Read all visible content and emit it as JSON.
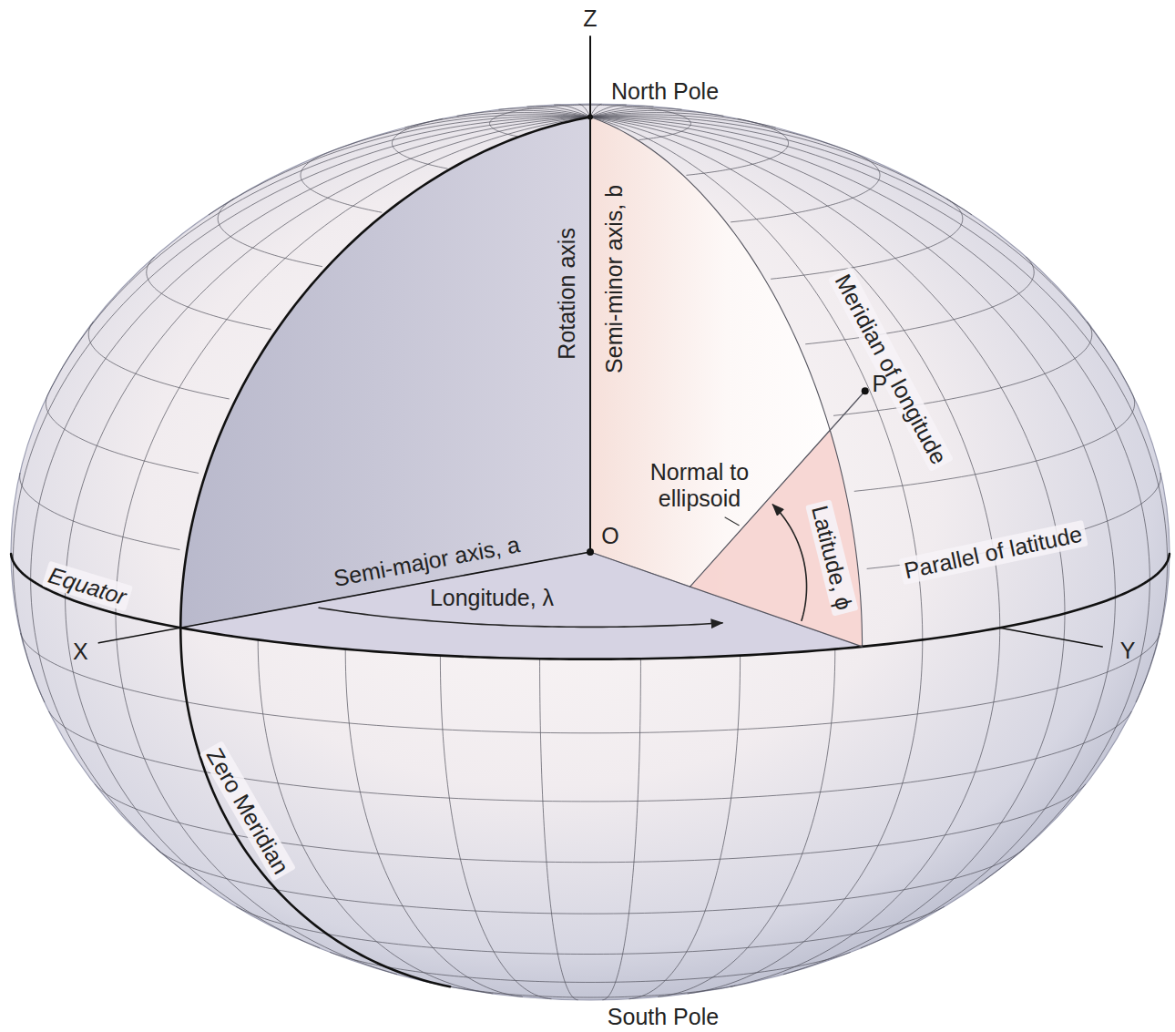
{
  "diagram": {
    "labels": [
      "Z",
      "North Pole",
      "Rotation axis",
      "Semi-minor axis, b",
      "Meridian of longitude",
      "P",
      "Normal to ellipsoid",
      "O",
      "Latitude, ϕ",
      "Semi-major axis, a",
      "Parallel of latitude",
      "Equator",
      "Longitude, λ",
      "X",
      "Y",
      "Zero Meridian",
      "South Pole"
    ]
  }
}
